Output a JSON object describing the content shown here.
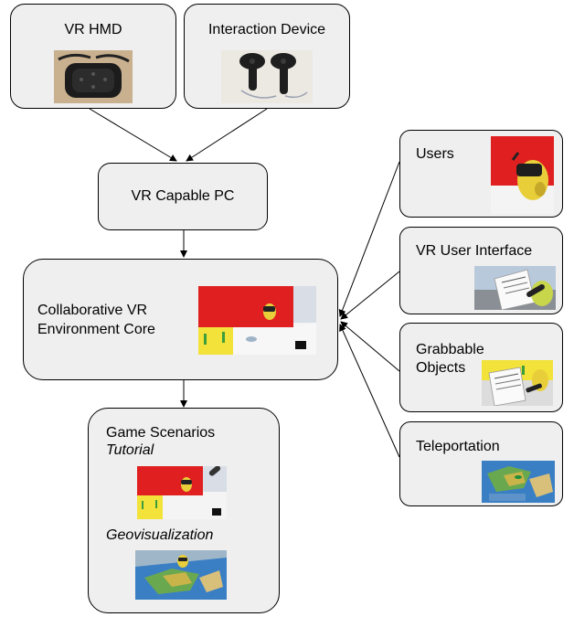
{
  "nodes": {
    "hmd": {
      "label": "VR HMD"
    },
    "interaction_device": {
      "label": "Interaction Device"
    },
    "pc": {
      "label": "VR Capable PC"
    },
    "core": {
      "label_line1": "Collaborative VR",
      "label_line2": "Environment Core"
    },
    "game": {
      "label": "Game Scenarios",
      "tutorial": "Tutorial",
      "geovis": "Geovisualization"
    },
    "users": {
      "label": "Users"
    },
    "vr_ui": {
      "label": "VR User Interface"
    },
    "grabbable": {
      "label_line1": "Grabbable",
      "label_line2": "Objects"
    },
    "teleport": {
      "label": "Teleportation"
    }
  },
  "colors": {
    "box_fill": "#efefef",
    "border": "#000000",
    "scene_red": "#e02020",
    "scene_yellow": "#f2e23a",
    "scene_white": "#f4f4f4",
    "map_blue": "#3a7fc4",
    "map_green": "#6aa84f"
  }
}
